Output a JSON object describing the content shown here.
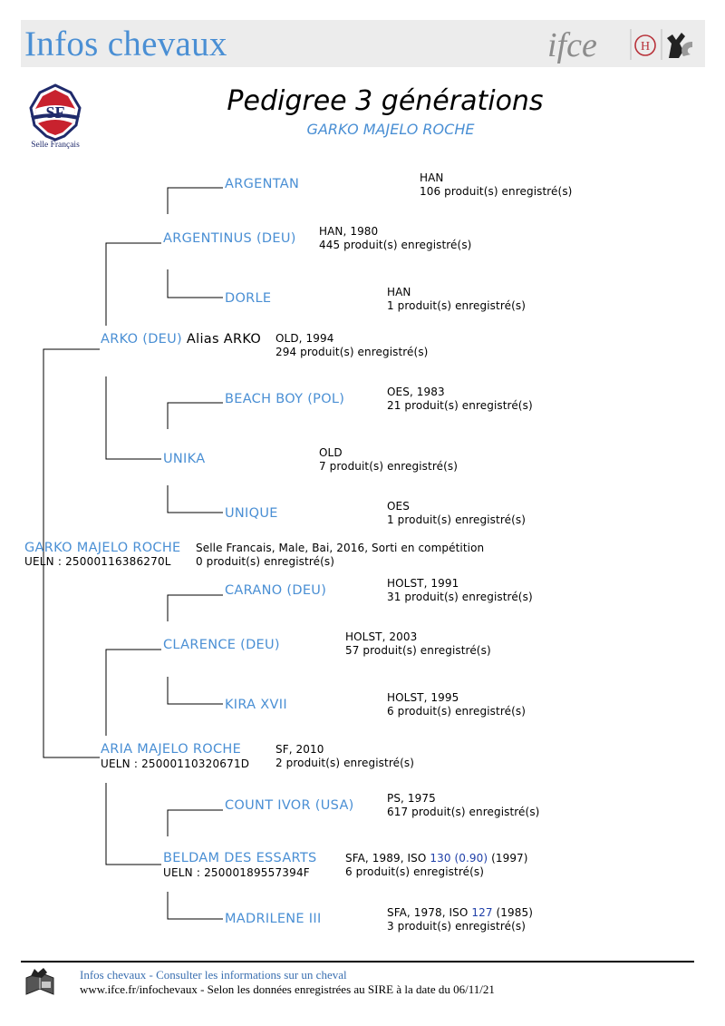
{
  "header": {
    "banner_title": "Infos chevaux",
    "logo_text": "ifce",
    "title": "Pedigree 3 générations",
    "subtitle": "GARKO MAJELO ROCHE",
    "breed_logo_text": "SF",
    "breed_caption": "Selle Français"
  },
  "pedigree": {
    "subject": {
      "name": "GARKO MAJELO ROCHE",
      "ueln": "UELN : 25000116386270L",
      "line1": "Selle Francais, Male, Bai, 2016, Sorti en compétition",
      "line2": "0 produit(s) enregistré(s)"
    },
    "sire": {
      "name": "ARKO (DEU)",
      "alias": " Alias ARKO",
      "line1": "OLD, 1994",
      "line2": "294 produit(s) enregistré(s)"
    },
    "sire_sire": {
      "name": "ARGENTINUS (DEU)",
      "line1": "HAN, 1980",
      "line2": "445 produit(s) enregistré(s)"
    },
    "sire_sire_sire": {
      "name": "ARGENTAN",
      "line1": "HAN",
      "line2": "106 produit(s) enregistré(s)"
    },
    "sire_sire_dam": {
      "name": "DORLE",
      "line1": "HAN",
      "line2": "1 produit(s) enregistré(s)"
    },
    "sire_dam": {
      "name": "UNIKA",
      "line1": "OLD",
      "line2": "7 produit(s) enregistré(s)"
    },
    "sire_dam_sire": {
      "name": "BEACH BOY (POL)",
      "line1": "OES, 1983",
      "line2": "21 produit(s) enregistré(s)"
    },
    "sire_dam_dam": {
      "name": "UNIQUE",
      "line1": "OES",
      "line2": "1 produit(s) enregistré(s)"
    },
    "dam": {
      "name": "ARIA MAJELO ROCHE",
      "ueln": "UELN : 25000110320671D",
      "line1": "SF, 2010",
      "line2": "2 produit(s) enregistré(s)"
    },
    "dam_sire": {
      "name": "CLARENCE (DEU)",
      "line1": "HOLST, 2003",
      "line2": "57 produit(s) enregistré(s)"
    },
    "dam_sire_sire": {
      "name": "CARANO (DEU)",
      "line1": "HOLST, 1991",
      "line2": "31 produit(s) enregistré(s)"
    },
    "dam_sire_dam": {
      "name": "KIRA XVII",
      "line1": "HOLST, 1995",
      "line2": "6 produit(s) enregistré(s)"
    },
    "dam_dam": {
      "name": "BELDAM DES ESSARTS",
      "ueln": "UELN : 25000189557394F",
      "line1_prefix": "SFA, 1989, ISO ",
      "iso": "130 (0.90)",
      "line1_suffix": " (1997)",
      "line2": "6 produit(s) enregistré(s)"
    },
    "dam_dam_sire": {
      "name": "COUNT IVOR (USA)",
      "line1": "PS, 1975",
      "line2": "617 produit(s) enregistré(s)"
    },
    "dam_dam_dam": {
      "name": "MADRILENE III",
      "line1_prefix": "SFA, 1978, ISO ",
      "iso": "127",
      "line1_suffix": " (1985)",
      "line2": "3 produit(s) enregistré(s)"
    }
  },
  "footer": {
    "line1": "Infos chevaux - Consulter les informations sur un cheval",
    "line2": "www.ifce.fr/infochevaux - Selon les données enregistrées au SIRE à la date du 06/11/21"
  },
  "colors": {
    "accent": "#4a8fd4",
    "iso": "#1f3fa8",
    "banner_bg": "#ececec"
  }
}
